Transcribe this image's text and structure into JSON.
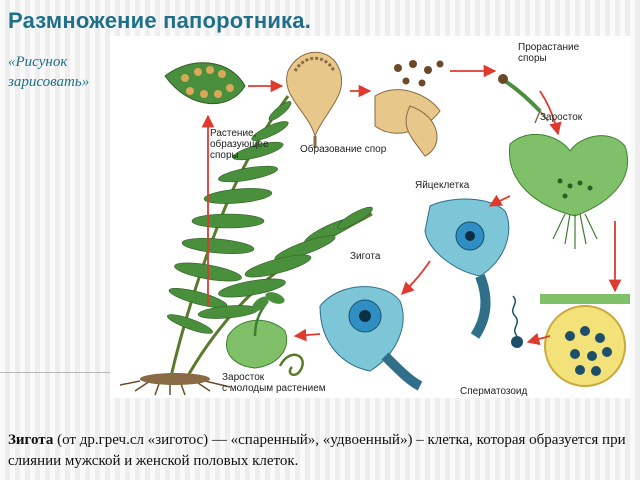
{
  "slide": {
    "title": "Размножение папоротника.",
    "subtitle": "«Рисунок зарисовать»"
  },
  "figure": {
    "labels": {
      "spore_germination": "Прорастание\nспоры",
      "prothallus": "Заросток",
      "spore_plant": "Растение,\nобразующее\nспоры",
      "spore_formation": "Образование спор",
      "egg_cell": "Яйцеклетка",
      "zygote": "Зигота",
      "sperm": "Сперматозоид",
      "young_plant": "Заросток\nс молодым растением"
    },
    "colors": {
      "arrow": "#e03a2f",
      "leaf_green": "#4a8f3c",
      "prothallus_green": "#7fc068",
      "cell_blue": "#7cc6d8",
      "egg_blue": "#2f8fc4",
      "sporangium_tan": "#e8c88a",
      "antheridium_yellow": "#f3e27a"
    }
  },
  "caption": {
    "term": "Зигота",
    "text": " (от др.греч.сл «зиготос) — «спаренный», «удвоенный») – клетка, которая образуется при слиянии мужской и женской половых клеток."
  }
}
